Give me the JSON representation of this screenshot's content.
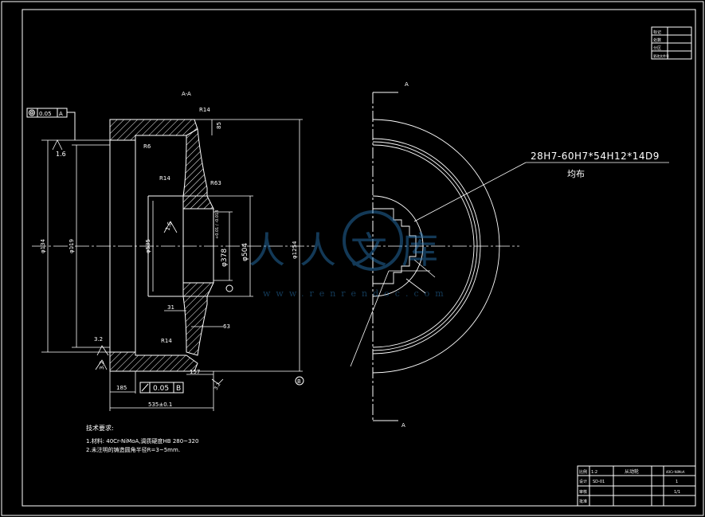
{
  "section_label": "A-A",
  "view_mark": "A",
  "datum_label": "B",
  "tol_concentricity": "0.05",
  "tol_concentricity_datum": "A",
  "tol_flatness": "0.05",
  "tol_flatness_datum": "B",
  "spline_label": "28H7-60H7*54H12*14D9",
  "spline_sub": "均布",
  "dimensions": {
    "r14_top": "R14",
    "r6": "R6",
    "r14_mid": "R14",
    "r63": "R63",
    "r14_bot": "R14",
    "d85": "85",
    "d134": "φ134",
    "d119": "φ119",
    "d535": "φ535",
    "d378": "φ378",
    "d378_tol": "+0.01 / -0.018",
    "d504": "φ504",
    "d1254": "φ1254",
    "d31": "31",
    "d63": "63",
    "d157": "157",
    "d185": "185",
    "d535_len": "535±0.1",
    "rough_16a": "1.6",
    "rough_16b": "1.6",
    "rough_32a": "3.2",
    "rough_32b": "3.2",
    "rough_32c": "3.2",
    "rough_right": "3.2"
  },
  "tech_title": "技术要求:",
  "tech_lines": [
    "1.材料: 40Cr-NiMoA,调质硬度HB 280~320",
    "2.未注明的铸造圆角半径R=3~5mm."
  ],
  "watermark_main": "人人文库",
  "watermark_url": "www.renrendoc.com",
  "title_block": {
    "cells": [
      "比例",
      "1:2",
      "设计",
      "",
      "审核",
      "",
      "批准",
      ""
    ],
    "name": "从动轮",
    "code": "SD-01",
    "material": "40Cr-NiMoA",
    "quantity": "1",
    "sheet": "1/1"
  },
  "rev_block": {
    "rows": [
      "标记",
      "处数",
      "分区",
      "更改文件号"
    ]
  }
}
